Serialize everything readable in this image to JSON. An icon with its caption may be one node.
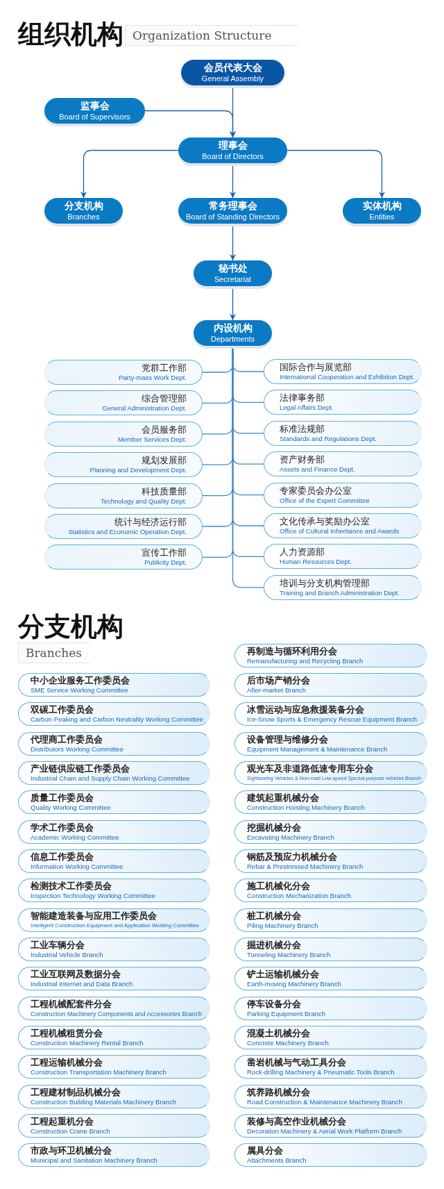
{
  "diagram": {
    "title": "组织机构",
    "nodes": [
      {
        "text": [
          "会员代表大会",
          "General Assembly"
        ]
      },
      {
        "text": [
          "监事会",
          "Board of Supervisors"
        ]
      },
      {
        "text": [
          "理事会",
          "Board of Directors"
        ]
      },
      {
        "text": [
          "分支机构",
          "Branches"
        ]
      },
      {
        "text": [
          "常务理事会",
          "Board of Standing Directors"
        ]
      },
      {
        "text": [
          "实体机构",
          "Entities"
        ]
      },
      {
        "text": [
          "秘书处",
          "Secretariat"
        ]
      },
      {
        "text": [
          "内设机构",
          "Departments"
        ]
      },
      {
        "text": [
          "党群工作部",
          "Party-mass Work Dept."
        ]
      },
      {
        "text": [
          "综合管理部",
          "General Administration Dept."
        ]
      },
      {
        "text": [
          "会员服务部",
          "Member Services Dept."
        ]
      },
      {
        "text": [
          "规划发展部",
          "Planning and Development Dept."
        ]
      },
      {
        "text": [
          "科技质量部",
          "Technology and Quality Dept."
        ]
      },
      {
        "text": [
          "统计与经济运行部",
          "Statistics and Economic Operation Dept."
        ]
      },
      {
        "text": [
          "宣传工作部",
          "Publicity Dept."
        ]
      },
      {
        "text": [
          "国际合作与展览部",
          "International Cooperation and Exhibition Dept."
        ]
      },
      {
        "text": [
          "法律事务部",
          "Legal Affairs Dept."
        ]
      },
      {
        "text": [
          "标准法规部",
          "Standards and Regulations Dept."
        ]
      },
      {
        "text": [
          "资产财务部",
          "Assets and Finance Dept."
        ]
      },
      {
        "text": [
          "专家委员会办公室",
          "Office of the Expert Committee"
        ]
      },
      {
        "text": [
          "文化传承与奖励办公室",
          "Office of Cultural Inheritance and Awards"
        ]
      },
      {
        "text": [
          "人力资源部",
          "Human Resources Dept."
        ]
      },
      {
        "text": [
          "培训与分支机构管理部",
          "Training and Branch Administration Dept."
        ]
      },
      {
        "text": [
          "中小企业服务工作委员会",
          "SME Service Working Committee"
        ]
      },
      {
        "text": [
          "双碳工作委员会",
          "Carbon Peaking and Carbon Neutrality Working Committee"
        ]
      },
      {
        "text": [
          "代理商工作委员会",
          "Distributors Working Committee"
        ]
      },
      {
        "text": [
          "产业链供应链工作委员会",
          "Industrial Chain and Supply Chain Working Committee"
        ]
      },
      {
        "text": [
          "质量工作委员会",
          "Quality Working Committee"
        ]
      },
      {
        "text": [
          "学术工作委员会",
          "Academic Working Committee"
        ]
      },
      {
        "text": [
          "信息工作委员会",
          "Information Working Committee"
        ]
      },
      {
        "text": [
          "检测技术工作委员会",
          "Inspection Technology Working Committee"
        ]
      },
      {
        "text": [
          "智能建造装备与应用工作委员会",
          "Intelligent Construction Equipment and Application Working Committee"
        ]
      },
      {
        "text": [
          "工业车辆分会",
          "Industrial Vehicle Branch"
        ]
      },
      {
        "text": [
          "工业互联网及数据分会",
          "Industrial Internet and Data Branch"
        ]
      },
      {
        "text": [
          "工程机械配套件分会",
          "Construction Machinery Components and Accessories Branch"
        ]
      },
      {
        "text": [
          "工程机械租赁分会",
          "Construction Machinery Rental Branch"
        ]
      },
      {
        "text": [
          "工程运输机械分会",
          "Construction Transportation Machinery Branch"
        ]
      },
      {
        "text": [
          "工程建材制品机械分会",
          "Construction Building Materials Machinery Branch"
        ]
      },
      {
        "text": [
          "工程起重机分会",
          "Construction Crane Branch"
        ]
      },
      {
        "text": [
          "市政与环卫机械分会",
          "Municipal and Sanitation Machinery Branch"
        ]
      },
      {
        "text": [
          "再制造与循环利用分会",
          "Remanufacturing and Recycling Branch"
        ]
      },
      {
        "text": [
          "后市场产销分会",
          "After-market Branch"
        ]
      },
      {
        "text": [
          "冰雪运动与应急救援装备分会",
          "Ice-Snow Sports & Emergency Rescue Equipment Branch"
        ]
      },
      {
        "text": [
          "设备管理与维修分会",
          "Equipment Management & Maintenance Branch"
        ]
      },
      {
        "text": [
          "观光车及非道路低速专用车分会",
          "Sightseeing Vehicles & Non-road Low-speed Special-purpose vehicles Branch"
        ]
      },
      {
        "text": [
          "建筑起重机械分会",
          "Construction Hoisting Machinery Branch"
        ]
      },
      {
        "text": [
          "挖掘机械分会",
          "Excavating Machinery Branch"
        ]
      },
      {
        "text": [
          "钢筋及预应力机械分会",
          "Rebar & Prestressed Machinery Branch"
        ]
      },
      {
        "text": [
          "施工机械化分会",
          "Construction Mechanization Branch"
        ]
      },
      {
        "text": [
          "桩工机械分会",
          "Piling Machinery Branch"
        ]
      },
      {
        "text": [
          "掘进机械分会",
          "Tunneling Machinery Branch"
        ]
      },
      {
        "text": [
          "铲土运输机械分会",
          "Earth-moving Machinery Branch"
        ]
      },
      {
        "text": [
          "停车设备分会",
          "Parking Equipment Branch"
        ]
      },
      {
        "text": [
          "混凝土机械分会",
          "Concrete Machinery Branch"
        ]
      },
      {
        "text": [
          "凿岩机械与气动工具分会",
          "Rock-drilling Machinery & Pneumatic Tools Branch"
        ]
      },
      {
        "text": [
          "筑养路机械分会",
          "Road Construction & Maintenance Machinery Branch"
        ]
      },
      {
        "text": [
          "装修与高空作业机械分会",
          "Decoration Machinery & Aerial Work Platform Branch"
        ]
      },
      {
        "text": [
          "属具分会",
          "Attachments Branch"
        ]
      }
    ],
    "edges": [
      {
        "from": 0,
        "to": 2,
        "arrow": "to"
      },
      {
        "from": 1,
        "to": 2,
        "arrow": "to"
      },
      {
        "from": 2,
        "to": 3,
        "arrow": "to"
      },
      {
        "from": 2,
        "to": 4,
        "arrow": "to"
      },
      {
        "from": 2,
        "to": 5,
        "arrow": "to"
      },
      {
        "from": 4,
        "to": 6,
        "arrow": "to"
      },
      {
        "from": 6,
        "to": 7,
        "arrow": "to"
      },
      {
        "from": 7,
        "to": 8,
        "arrow": "none"
      },
      {
        "from": 7,
        "to": 9,
        "arrow": "none"
      },
      {
        "from": 7,
        "to": 10,
        "arrow": "none"
      },
      {
        "from": 7,
        "to": 11,
        "arrow": "none"
      },
      {
        "from": 7,
        "to": 12,
        "arrow": "none"
      },
      {
        "from": 7,
        "to": 13,
        "arrow": "none"
      },
      {
        "from": 7,
        "to": 14,
        "arrow": "none"
      },
      {
        "from": 7,
        "to": 15,
        "arrow": "none"
      },
      {
        "from": 7,
        "to": 16,
        "arrow": "none"
      },
      {
        "from": 7,
        "to": 17,
        "arrow": "none"
      },
      {
        "from": 7,
        "to": 18,
        "arrow": "none"
      },
      {
        "from": 7,
        "to": 19,
        "arrow": "none"
      },
      {
        "from": 7,
        "to": 20,
        "arrow": "none"
      },
      {
        "from": 7,
        "to": 21,
        "arrow": "none"
      },
      {
        "from": 7,
        "to": 22,
        "arrow": "none"
      }
    ],
    "labels": [
      "Organization Structure",
      "分支机构",
      "Branches"
    ]
  }
}
